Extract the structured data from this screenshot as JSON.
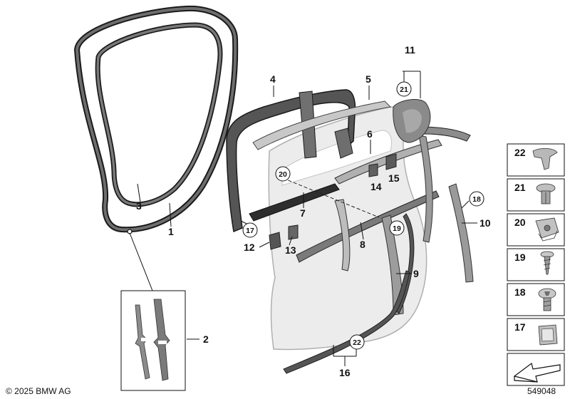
{
  "callouts": {
    "c1": "1",
    "c2": "2",
    "c3": "3",
    "c4": "4",
    "c5": "5",
    "c6": "6",
    "c7": "7",
    "c8": "8",
    "c9": "9",
    "c10": "10",
    "c11": "11",
    "c12": "12",
    "c13": "13",
    "c14": "14",
    "c15": "15",
    "c16": "16"
  },
  "circled_callouts": {
    "cc17": "17",
    "cc18": "18",
    "cc19": "19",
    "cc20": "20",
    "cc21a": "21",
    "cc22a": "22"
  },
  "fastener_panel": {
    "items": [
      {
        "number": "22",
        "icon": "clip-icon"
      },
      {
        "number": "21",
        "icon": "expanding-rivet-icon"
      },
      {
        "number": "20",
        "icon": "nut-clip-icon"
      },
      {
        "number": "19",
        "icon": "screw-icon"
      },
      {
        "number": "18",
        "icon": "torx-collar-screw-icon"
      },
      {
        "number": "17",
        "icon": "spreading-nut-icon"
      }
    ]
  },
  "footer": {
    "copyright": "© 2025 BMW AG",
    "diagram_id": "549048"
  },
  "colors": {
    "stroke": "#1a1a1a",
    "seal": "#5a5a5a",
    "door_fill": "#ececec",
    "part_fill": "#9a9a9a",
    "part_dark": "#4a4a4a"
  }
}
